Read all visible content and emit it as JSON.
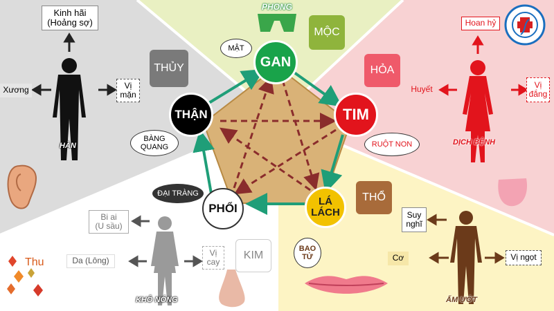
{
  "colors": {
    "winter_bg": "#dcdcdc",
    "wood_bg": "#e9f0c2",
    "fire_bg": "#f8d2d3",
    "earth_bg": "#fdf4c4",
    "metal_bg": "#ffffff",
    "pentagon": "#d9b277",
    "arrow_green": "#1f9e78",
    "arrow_dash": "#8a2c2c",
    "gan": "#19a34a",
    "tim": "#e2141c",
    "la_lach": "#f2c200",
    "than": "#000000",
    "phoi": "#ffffff",
    "moc_tag": "#8fb43c",
    "hoa_tag": "#ef5a6a",
    "tho_tag": "#a86b3a",
    "thuy_tag": "#7a7a7a",
    "kim_tag": "#ffffff"
  },
  "organs": {
    "gan": "GAN",
    "tim": "TIM",
    "la_lach": "LÁ\nLÁCH",
    "phoi": "PHỔI",
    "than": "THẬN"
  },
  "elements": {
    "moc": "MỘC",
    "hoa": "HỎA",
    "tho": "THỔ",
    "kim": "KIM",
    "thuy": "THỦY"
  },
  "paired_organs": {
    "mat": "MẬT",
    "ruot_non": "RUỘT NON",
    "bao_tu": "BAO\nTỬ",
    "dai_trang": "ĐẠI TRÀNG",
    "bang_quang": "BÀNG\nQUANG"
  },
  "qualities": {
    "phong": "PHONG",
    "dich_benh": "DỊCH BỆNH",
    "am_uot": "ẨM ƯỚT",
    "kho_nong": "KHÔ NÓNG",
    "han": "HÀN"
  },
  "water": {
    "emotion": "Kinh hãi\n(Hoảng sợ)",
    "tissue": "Xương",
    "taste": "Vị\nmặn"
  },
  "fire": {
    "emotion": "Hoan hỷ",
    "tissue": "Huyết",
    "taste": "Vị\nđắng"
  },
  "earth": {
    "emotion": "Suy\nnghĩ",
    "tissue": "Cơ",
    "taste": "Vị ngọt"
  },
  "metal": {
    "emotion": "Bi ai\n(U sầu)",
    "tissue": "Da (Lông)",
    "taste": "Vị\ncay"
  },
  "season": {
    "autumn": "Thu"
  },
  "icons": {
    "logo": "school-logo-icon",
    "ear": "ear-icon",
    "tongue": "tongue-icon",
    "lips": "lips-icon",
    "nose": "nose-icon",
    "leaves": "autumn-leaves-icon"
  }
}
